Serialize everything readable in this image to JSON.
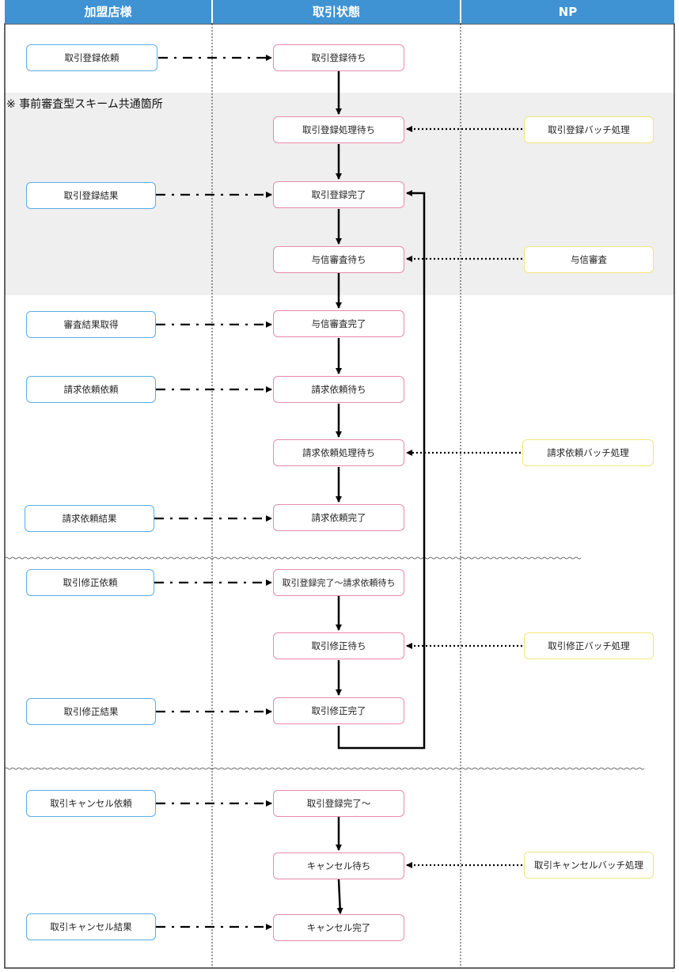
{
  "headers": {
    "merchant": "加盟店様",
    "status": "取引状態",
    "np": "NP"
  },
  "note": "※ 事前審査型スキーム共通箇所",
  "merchant_boxes": {
    "reg_request": "取引登録依頼",
    "reg_result": "取引登録結果",
    "review_get": "審査結果取得",
    "billing_request": "請求依頼依頼",
    "billing_result": "請求依頼結果",
    "mod_request": "取引修正依頼",
    "mod_result": "取引修正結果",
    "cancel_request": "取引キャンセル依頼",
    "cancel_result": "取引キャンセル結果"
  },
  "status_boxes": {
    "reg_wait": "取引登録待ち",
    "reg_proc_wait": "取引登録処理待ち",
    "reg_done": "取引登録完了",
    "credit_wait": "与信審査待ち",
    "credit_done": "与信審査完了",
    "billing_wait": "請求依頼待ち",
    "billing_proc_wait": "請求依頼処理待ち",
    "billing_done": "請求依頼完了",
    "mod_range": "取引登録完了〜請求依頼待ち",
    "mod_wait": "取引修正待ち",
    "mod_done": "取引修正完了",
    "cancel_range": "取引登録完了〜",
    "cancel_wait": "キャンセル待ち",
    "cancel_done": "キャンセル完了"
  },
  "np_boxes": {
    "reg_batch": "取引登録バッチ処理",
    "credit_review": "与信審査",
    "billing_batch": "請求依頼バッチ処理",
    "mod_batch": "取引修正バッチ処理",
    "cancel_batch": "取引キャンセルバッチ処理"
  },
  "colors": {
    "header": "#3f93d3",
    "merchant_border": "#5aaee6",
    "status_border": "#e88aac",
    "np_border": "#f2e67c",
    "shade": "#efefef"
  }
}
